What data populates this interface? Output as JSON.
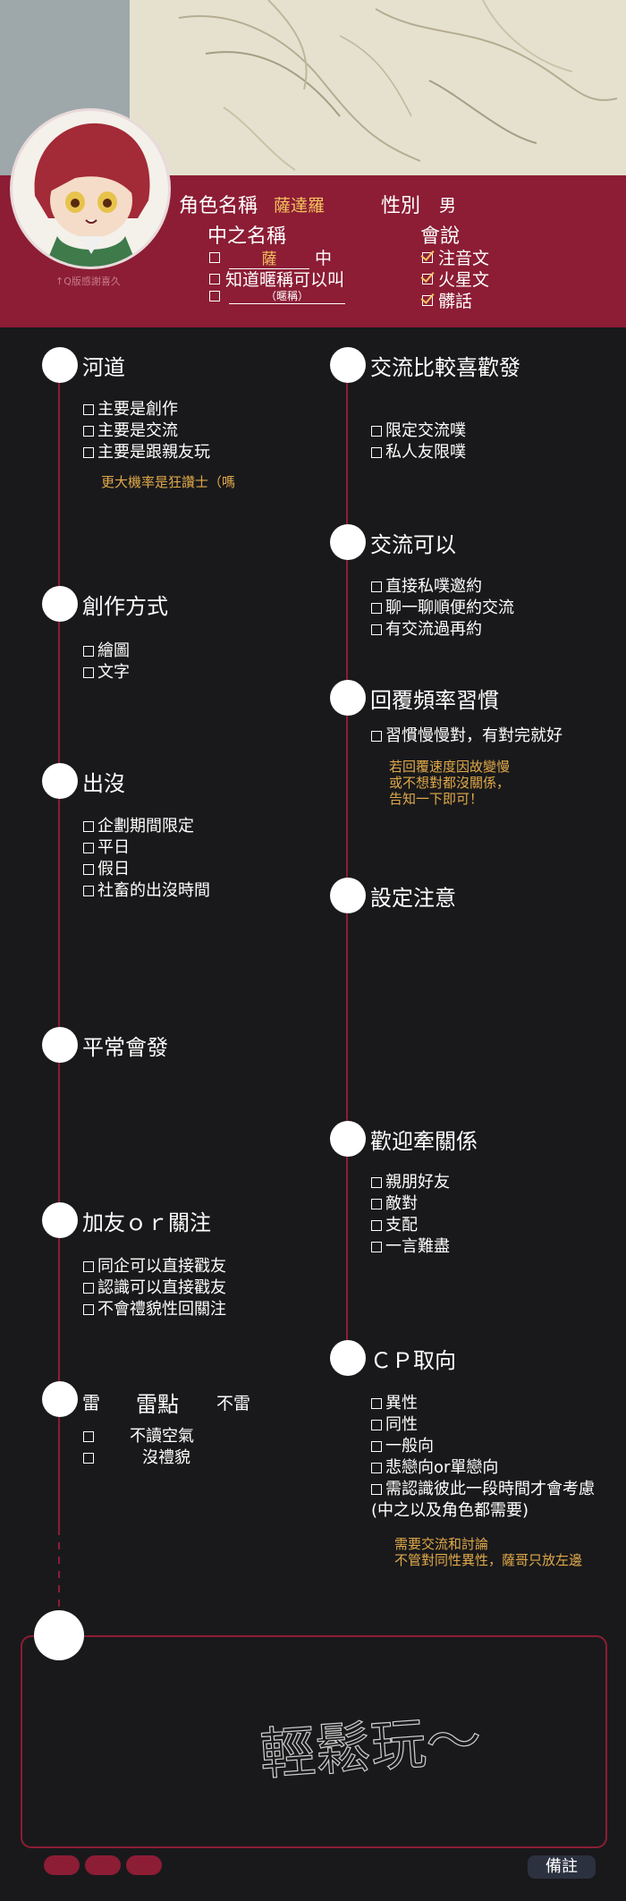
{
  "header": {
    "character_name_label": "角色名稱",
    "character_name_value": "薩達羅",
    "gender_label": "性別",
    "gender_value": "男",
    "player_name_label": "中之名稱",
    "player_name_blank": "薩",
    "player_name_suffix": "中",
    "nickname_option": "知道暱稱可以叫",
    "nickname_blank": "（暱稱）",
    "languages_label": "會說",
    "languages": [
      "注音文",
      "火星文",
      "髒話"
    ],
    "avatar_caption": "↑Q版感謝喜久"
  },
  "left_sections": [
    {
      "title": "河道",
      "items": [
        "主要是創作",
        "主要是交流",
        "主要是跟親友玩"
      ],
      "note": "更大機率是狂讚士（嗎"
    },
    {
      "title": "創作方式",
      "items": [
        "繪圖",
        "文字"
      ]
    },
    {
      "title": "出沒",
      "items": [
        "企劃期間限定",
        "平日",
        "假日",
        "社畜的出沒時間"
      ]
    },
    {
      "title": "平常會發",
      "items": []
    },
    {
      "title": "加友ｏｒ關注",
      "items": [
        "同企可以直接戳友",
        "認識可以直接戳友",
        "不會禮貌性回關注"
      ]
    },
    {
      "title_left": "雷",
      "title_mid": "雷點",
      "title_right": "不雷",
      "items": [
        "不讀空氣",
        "沒禮貌"
      ]
    }
  ],
  "right_sections": [
    {
      "title": "交流比較喜歡發",
      "items": [
        "限定交流噗",
        "私人友限噗"
      ]
    },
    {
      "title": "交流可以",
      "items": [
        "直接私噗邀約",
        "聊一聊順便約交流",
        "有交流過再約"
      ]
    },
    {
      "title": "回覆頻率習慣",
      "items": [
        "習慣慢慢對，有對完就好"
      ],
      "note_lines": [
        "若回覆速度因故變慢",
        "或不想對都沒關係，",
        "告知一下即可！"
      ]
    },
    {
      "title": "設定注意",
      "items": []
    },
    {
      "title": "歡迎牽關係",
      "items": [
        "親朋好友",
        "敵對",
        "支配",
        "一言難盡"
      ]
    },
    {
      "title": "ＣＰ取向",
      "items": [
        "異性",
        "同性",
        "一般向",
        "悲戀向or單戀向",
        "需認識彼此一段時間才會考慮"
      ],
      "extra": "(中之以及角色都需要)",
      "note_lines": [
        "需要交流和討論",
        "不管對同性異性，薩哥只放左邊"
      ]
    }
  ],
  "footer": {
    "handwriting": "輕鬆玩～",
    "memo_label": "備註"
  },
  "colors": {
    "accent": "#8c1d35",
    "note": "#e0a94a",
    "background": "#19191b"
  }
}
